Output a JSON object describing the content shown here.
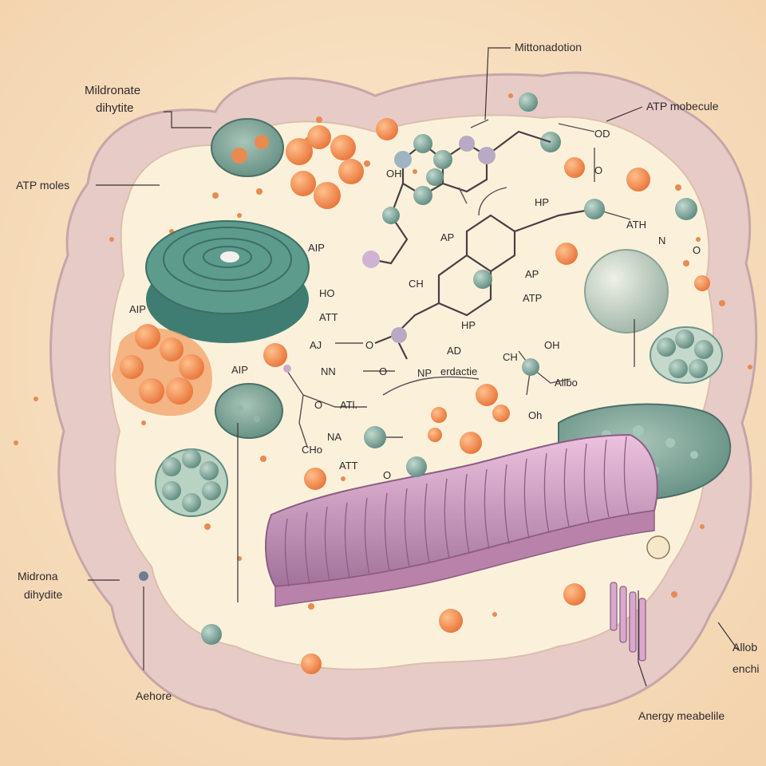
{
  "callouts": {
    "top_left": [
      "Mildronate",
      "dihytite"
    ],
    "atp_moles": "ATP moles",
    "mitochondrion": "Mittonadotion",
    "atp_molecule": "ATP mobecule",
    "bottom_left": [
      "Midrona",
      "dihydite"
    ],
    "ashore": "Aehore",
    "anergy": "Anergy meabelile",
    "right_bottom": [
      "Allob",
      "enchi"
    ]
  },
  "molecule_labels": {
    "oh_1": "OH",
    "hp_top": "HP",
    "ath": "ATH",
    "alp_1": "AIP",
    "ap_center": "AP",
    "ho": "HO",
    "ch_1": "CH",
    "ap_right": "AP",
    "atp_right": "ATP",
    "alp_left": "AIP",
    "att": "ATT",
    "hp_mid": "HP",
    "aj": "AJ",
    "o_1": "O",
    "ad": "AD",
    "alp_2": "AIP",
    "nn": "NN",
    "o_2": "O",
    "np": "NP",
    "erdactie": "erdactie",
    "ch_2": "CH",
    "oh_2": "OH",
    "allbo": "Allbo",
    "oh_3": "Oh",
    "o_3": "O",
    "atl": "ATl.",
    "na": "NA",
    "cho": "CHo",
    "att_2": "ATT",
    "o_4": "O",
    "o_5": "O",
    "o_6": "O",
    "no": "N",
    "od": "OD"
  },
  "colors": {
    "background": "#f7e3c4",
    "membrane": "#e9cfc8",
    "cytoplasm": "#fbf3dc",
    "orange": "#f08a4b",
    "teal": "#7fa596",
    "golgi": "#d4a3c6"
  }
}
